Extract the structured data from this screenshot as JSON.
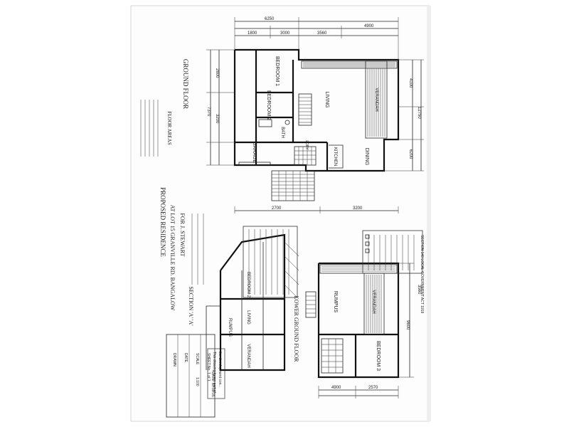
{
  "titles": {
    "ground_floor": "GROUND FLOOR",
    "lower_ground_floor": "LOWER GROUND FLOOR",
    "section": "SECTION 'A' 'A'"
  },
  "rooms_ground": {
    "bedroom1": "BEDROOM 1",
    "bedroom2": "BEDROOM 2",
    "bath": "BATH",
    "living": "LIVING",
    "verandah": "VERANDAH",
    "kitchen": "KITCHEN",
    "dining": "DINING",
    "garage": "GARAGE",
    "laundry": "LDRY"
  },
  "rooms_lower": {
    "bedroom3": "BEDROOM 3",
    "rumpus": "RUMPUS",
    "verandah": "VERANDAH"
  },
  "rooms_section": {
    "bedroom2": "BEDROOM 2",
    "living": "LIVING",
    "rumpus": "RUMPUS",
    "verandah": "VERANDAH"
  },
  "floor_areas": {
    "heading": "FLOOR AREAS"
  },
  "title_block": {
    "line1": "PROPOSED RESIDENCE",
    "line2": "AT LOT 15 GRANVILLE RD. BANGALOW",
    "line3": "FOR J. STEWART"
  },
  "revision_block": {
    "drawn": "DRAWN",
    "date": "DATE",
    "scale": "SCALE",
    "scale_value": "1:100",
    "sheet": "SHEET No. 1 of 1",
    "footer": "DATE: 10.09.05"
  },
  "stamp": {
    "line1": "This drawing forms part of",
    "line2": "the development con..."
  },
  "approval_box": {
    "heading": "SECTION 149 LOCAL GOVERNMENT ACT 1919"
  },
  "dimensions": {
    "d1": "6250",
    "d2": "1800",
    "d3": "3000",
    "d4": "4900",
    "d5": "12750",
    "d6": "3560",
    "d7": "7370",
    "d8": "2800",
    "d9": "3200",
    "d10": "4100",
    "d11": "6200",
    "d12": "2700",
    "d13": "3200",
    "d14": "4900",
    "d15": "9600",
    "d16": "2570"
  }
}
